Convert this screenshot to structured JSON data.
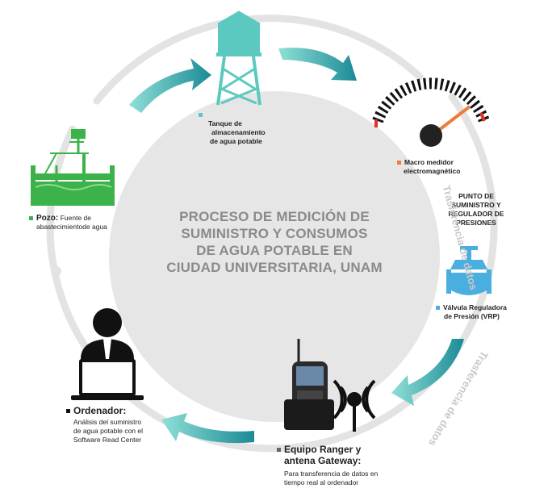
{
  "title_lines": [
    "PROCESO DE MEDICIÓN DE",
    "SUMINISTRO Y CONSUMOS",
    "DE AGUA POTABLE EN",
    "CIUDAD UNIVERSITARIA, UNAM"
  ],
  "tanque": {
    "lines": [
      "Tanque de",
      "almacenamiento",
      "de agua potable"
    ]
  },
  "medidor": {
    "lines": [
      "Macro medidor",
      "electromagnético"
    ]
  },
  "punto": {
    "lines": [
      "PUNTO DE",
      "SUMINISTRO Y",
      "REGULADOR DE",
      "PRESIONES"
    ]
  },
  "valvula": {
    "lines": [
      "Válvula Reguladora",
      "de Presión (VRP)"
    ]
  },
  "equipo": {
    "title_lines": [
      "Equipo Ranger y",
      "antena Gateway:"
    ],
    "desc_lines": [
      "Para transferencia de datos en",
      "tiempo real al ordenador"
    ]
  },
  "ordenador": {
    "title": "Ordenador:",
    "desc_lines": [
      "Análisis del suministro",
      "de agua potable con el",
      "Software Read Center"
    ]
  },
  "pozo": {
    "title": "Pozo:",
    "desc_first": "Fuente de",
    "desc_second": "abastecimientode agua"
  },
  "side_label_1": "Trasferencia de datos",
  "side_label_2": "Trasferencia de datos",
  "colors": {
    "green": "#3cb34a",
    "teal": "#5cc9c0",
    "teal_dark": "#1b7f8e",
    "blue": "#4aaee0",
    "orange": "#f07a3a",
    "red": "#e0322b",
    "gray_circle": "#e6e6e6",
    "ring": "#e0e0e0"
  }
}
